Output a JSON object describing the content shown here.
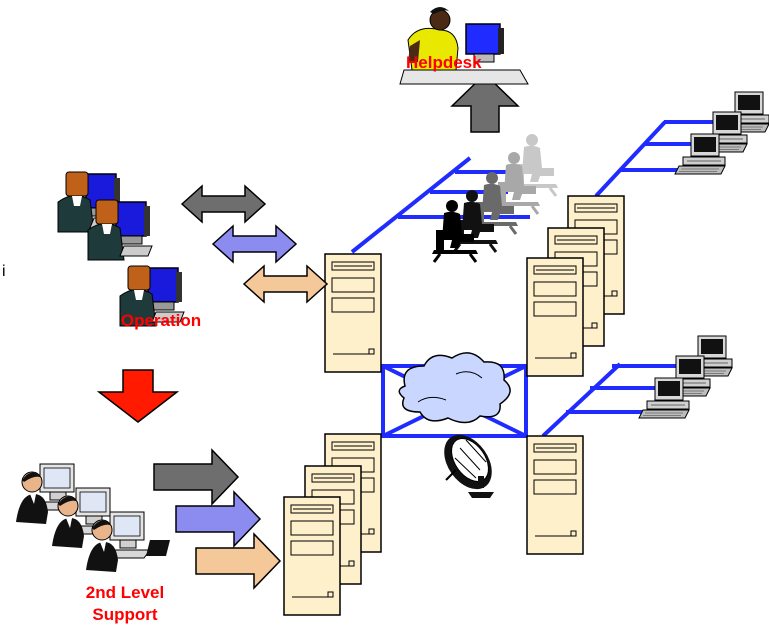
{
  "labels": {
    "helpdesk": "Helpdesk",
    "operation": "Operation",
    "second_level_line1": "2nd Level",
    "second_level_line2": "Support",
    "stray_char": "i"
  },
  "colors": {
    "network_line": "#1f2bff",
    "server_body": "#fff0cc",
    "label_red": "#ff0000",
    "arrow_gray": "#6e6e6e",
    "arrow_blue": "#8c8cf0",
    "arrow_peach": "#f5c89a",
    "arrow_red": "#ff1a00",
    "cloud": "#c9d6ff"
  },
  "icons": [
    "helpdesk-agent-icon",
    "operator-icon",
    "support-team-icon",
    "server-icon",
    "workstation-icon",
    "cloud-icon",
    "satellite-dish-icon",
    "people-silhouette-icon"
  ]
}
